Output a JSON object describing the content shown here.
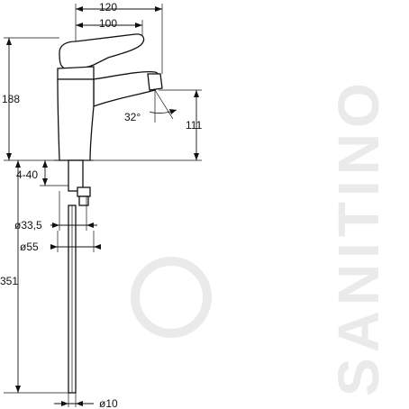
{
  "dimensions": {
    "width_overall": "120",
    "width_lever": "100",
    "height_total": "188",
    "spout_height": "111",
    "spout_angle": "32°",
    "mounting_thickness": "4-40",
    "hole_diameter": "ø33,5",
    "base_diameter": "ø55",
    "hose_length": "351",
    "hose_diameter": "ø10"
  },
  "watermark": {
    "text": "SANITINO",
    "color": "#d9d9d9"
  },
  "colors": {
    "line": "#111111",
    "background": "#ffffff"
  }
}
